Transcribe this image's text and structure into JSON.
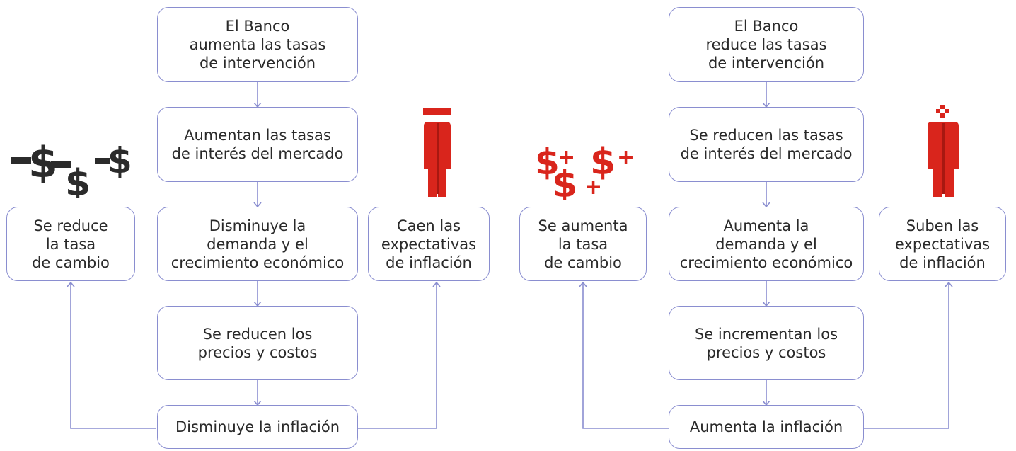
{
  "colors": {
    "connector": "#8a8ed0",
    "box_border": "#8a8ed0",
    "text": "#2a2a2a",
    "accent_red": "#d9251c",
    "dark_icon": "#2b2b2b"
  },
  "left_diagram": {
    "step1": "El Banco\naumenta las tasas\nde intervención",
    "step2": "Aumentan las tasas\nde interés del mercado",
    "step3": "Disminuye la\ndemanda y el\ncrecimiento económico",
    "step4": "Se reducen los\nprecios y costos",
    "step5": "Disminuye la inflación",
    "side_left": "Se reduce\nla tasa\nde cambio",
    "side_right": "Caen las\nexpectativas\nde inflación",
    "icon_left": "dollar-minus-icon",
    "icon_right": "figure-minus-icon"
  },
  "right_diagram": {
    "step1": "El Banco\nreduce las tasas\nde intervención",
    "step2": "Se reducen las tasas\nde interés del mercado",
    "step3": "Aumenta la\ndemanda y el\ncrecimiento económico",
    "step4": "Se incrementan los\nprecios y costos",
    "step5": "Aumenta la inflación",
    "side_left": "Se aumenta\nla tasa\nde cambio",
    "side_right": "Suben las\nexpectativas\nde inflación",
    "icon_left": "dollar-plus-icon",
    "icon_right": "figure-plus-icon"
  }
}
